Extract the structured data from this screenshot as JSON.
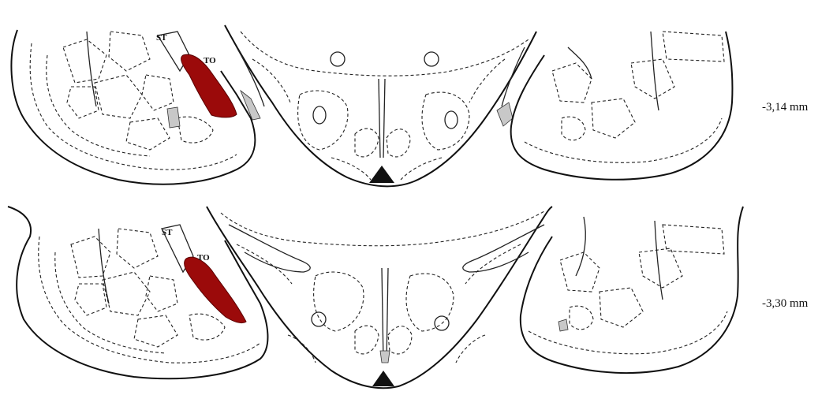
{
  "panels": [
    {
      "depth_label": "-3,14 mm",
      "labels": {
        "st": "ST",
        "to": "TO"
      }
    },
    {
      "depth_label": "-3,30 mm",
      "labels": {
        "st": "ST",
        "to": "TO"
      }
    }
  ],
  "colors": {
    "lesion": "#9b0a0a",
    "gray_region": "#c8c8c8",
    "outline": "#111111",
    "background": "#ffffff"
  }
}
